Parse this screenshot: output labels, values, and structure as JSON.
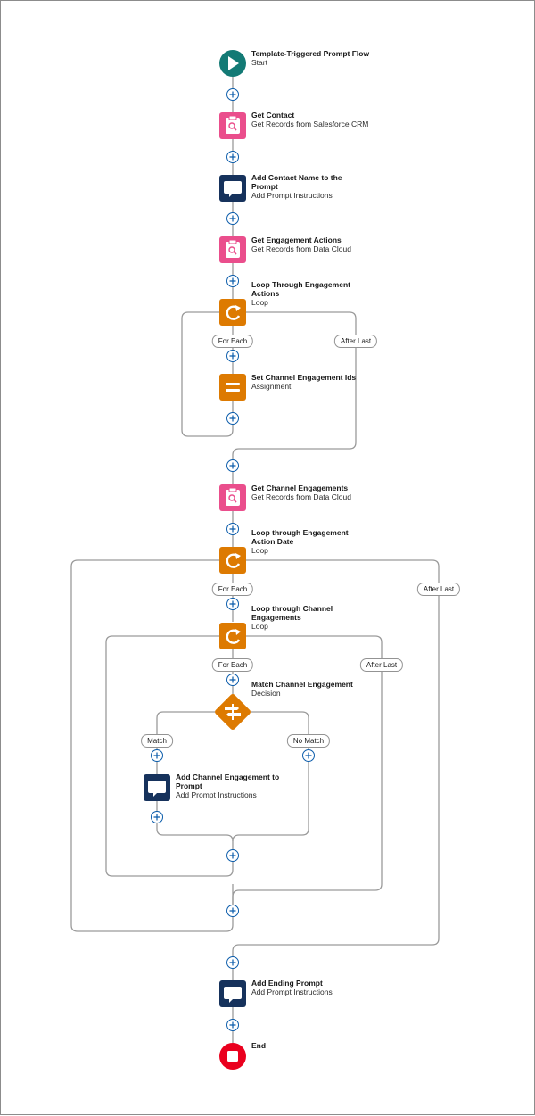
{
  "nodes": {
    "start": {
      "title": "Template-Triggered Prompt Flow",
      "subtitle": "Start",
      "icon": "play-icon"
    },
    "get_contact": {
      "title": "Get Contact",
      "subtitle": "Get Records from Salesforce CRM",
      "icon": "get-records-icon"
    },
    "add_contact_name": {
      "title": "Add Contact Name to the Prompt",
      "subtitle": "Add Prompt Instructions",
      "icon": "prompt-instructions-icon"
    },
    "get_engagement_actions": {
      "title": "Get Engagement Actions",
      "subtitle": "Get Records from Data Cloud",
      "icon": "get-records-icon"
    },
    "loop_engagement_actions": {
      "title": "Loop Through Engagement Actions",
      "subtitle": "Loop",
      "icon": "loop-icon"
    },
    "set_channel_ids": {
      "title": "Set Channel Engagement Ids",
      "subtitle": "Assignment",
      "icon": "assignment-icon"
    },
    "get_channel_engagements": {
      "title": "Get Channel Engagements",
      "subtitle": "Get Records from Data Cloud",
      "icon": "get-records-icon"
    },
    "loop_action_date": {
      "title": "Loop through Engagement Action Date",
      "subtitle": "Loop",
      "icon": "loop-icon"
    },
    "loop_channel_engagements": {
      "title": "Loop through Channel Engagements",
      "subtitle": "Loop",
      "icon": "loop-icon"
    },
    "match_decision": {
      "title": "Match Channel Engagement",
      "subtitle": "Decision",
      "icon": "decision-icon"
    },
    "add_channel_engagement": {
      "title": "Add Channel Engagement to Prompt",
      "subtitle": "Add Prompt Instructions",
      "icon": "prompt-instructions-icon"
    },
    "add_ending_prompt": {
      "title": "Add Ending Prompt",
      "subtitle": "Add Prompt Instructions",
      "icon": "prompt-instructions-icon"
    },
    "end": {
      "title": "End",
      "subtitle": "",
      "icon": "stop-icon"
    }
  },
  "connectors": {
    "loop1_for_each": "For Each",
    "loop1_after_last": "After Last",
    "loop2_for_each": "For Each",
    "loop2_after_last": "After Last",
    "loop3_for_each": "For Each",
    "loop3_after_last": "After Last",
    "decision_match": "Match",
    "decision_no_match": "No Match"
  },
  "colors": {
    "start": "#137a75",
    "get_records": "#ea4e8c",
    "prompt_instructions": "#16325c",
    "loop": "#dd7a01",
    "assignment": "#dd7a01",
    "decision": "#dd7a01",
    "end": "#ea001e",
    "line": "#9a9a9a",
    "add_button": "#0b5cab"
  }
}
